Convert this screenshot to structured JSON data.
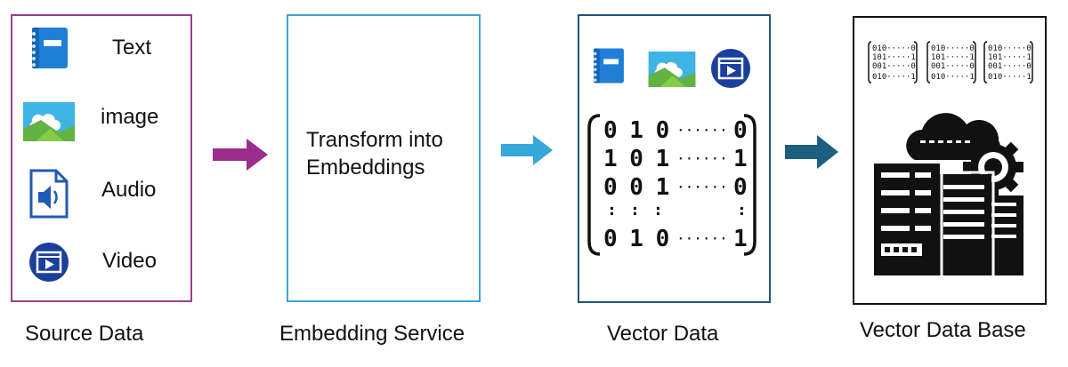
{
  "source": {
    "caption": "Source Data",
    "items": [
      {
        "label": "Text",
        "icon": "notebook-icon"
      },
      {
        "label": "image",
        "icon": "image-icon"
      },
      {
        "label": "Audio",
        "icon": "audio-file-icon"
      },
      {
        "label": "Video",
        "icon": "video-icon"
      }
    ]
  },
  "embedding": {
    "caption": "Embedding Service",
    "line1": "Transform into",
    "line2": "Embeddings"
  },
  "vector": {
    "caption": "Vector Data",
    "matrix_rows": [
      {
        "bits": "010",
        "last": "0"
      },
      {
        "bits": "101",
        "last": "1"
      },
      {
        "bits": "001",
        "last": "0"
      },
      {
        "bits": "010",
        "last": "1"
      }
    ]
  },
  "database": {
    "caption": "Vector Data Base"
  },
  "colors": {
    "source_border": "#9b3f8e",
    "embedding_border": "#3ba4d8",
    "vector_border": "#22557a",
    "database_border": "#111111",
    "arrow1": "#9b2d8e",
    "arrow2": "#35a8d9",
    "arrow3": "#1c5f80"
  }
}
